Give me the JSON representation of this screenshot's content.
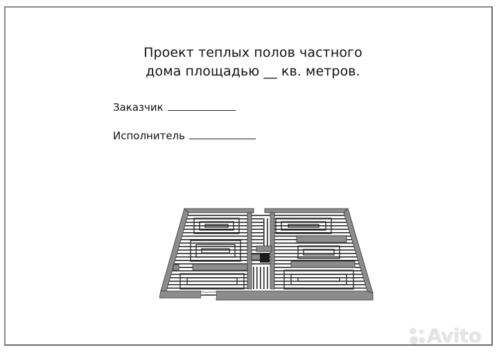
{
  "document": {
    "title_line_1": "Проект теплых полов частного",
    "title_line_2": "дома площадью __ кв. метров.",
    "fields": [
      {
        "label": "Заказчик",
        "value": ""
      },
      {
        "label": "Исполнитель",
        "value": ""
      }
    ]
  },
  "illustration": {
    "description": "isometric floor plan with underfloor heating pipe loops",
    "wall_color": "#8c8c8c",
    "pipe_color": "#222222"
  },
  "watermark": {
    "text": "Avito"
  }
}
